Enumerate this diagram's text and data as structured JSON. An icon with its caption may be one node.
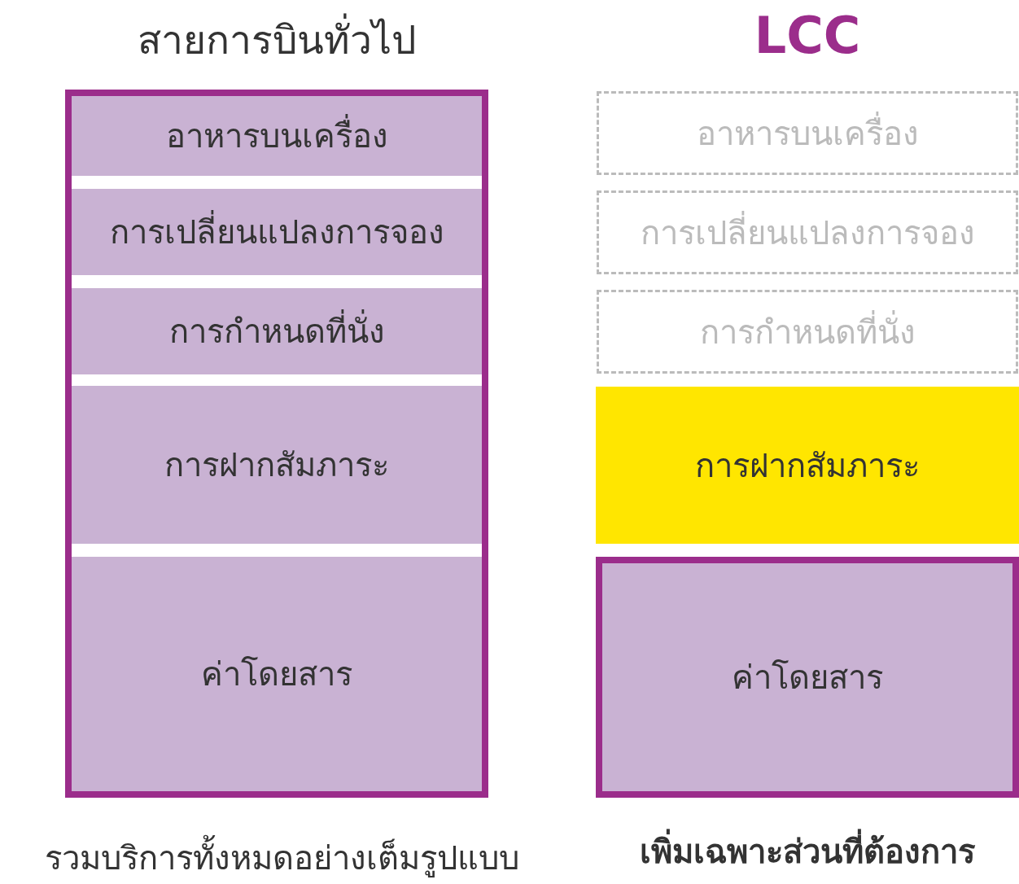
{
  "diagram": {
    "nodes": [
      {
        "text": [
          "สายการบินทั่วไป"
        ],
        "beside": [
          "รวมบริการทั้งหมดอย่างเต็มรูปแบบ"
        ]
      },
      {
        "text": [
          "อาหารบนเครื่อง"
        ],
        "in": 0
      },
      {
        "text": [
          "การเปลี่ยนแปลงการจอง"
        ],
        "in": 0
      },
      {
        "text": [
          "การกำหนดที่นั่ง"
        ],
        "in": 0
      },
      {
        "text": [
          "การฝากสัมภาระ"
        ],
        "in": 0
      },
      {
        "text": [
          "ค่าโดยสาร"
        ],
        "in": 0
      },
      {
        "text": [
          "อาหารบนเครื่อง"
        ]
      },
      {
        "text": [
          "การเปลี่ยนแปลงการจอง"
        ]
      },
      {
        "text": [
          "การกำหนดที่นั่ง"
        ]
      },
      {
        "text": [
          "การฝากสัมภาระ"
        ]
      },
      {
        "text": [
          "ค่าโดยสาร"
        ]
      }
    ],
    "labels": [
      "LCC",
      "เพิ่มเฉพาะส่วนที่ต้องการ"
    ]
  }
}
